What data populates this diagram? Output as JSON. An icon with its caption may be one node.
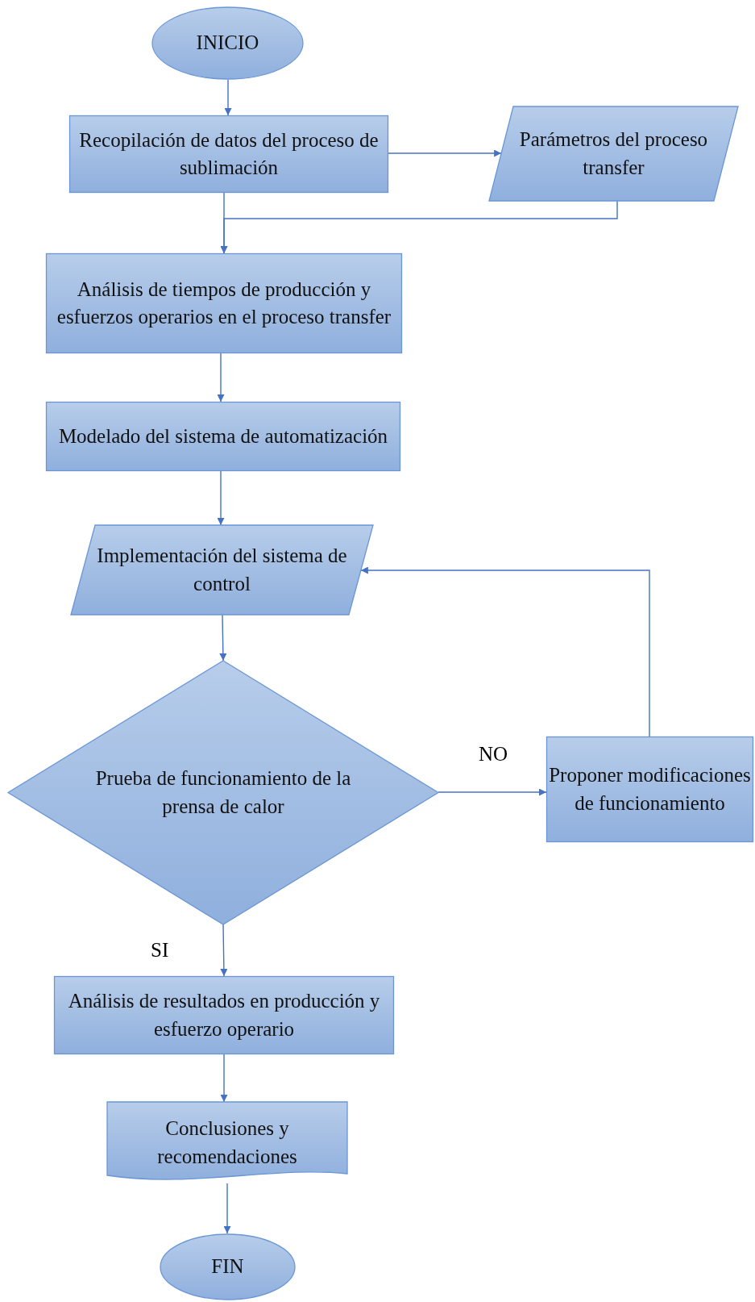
{
  "diagram": {
    "nodes": [
      {
        "text": [
          "INICIO"
        ]
      },
      {
        "text": [
          "Recopilación de datos del proceso de sublimación"
        ]
      },
      {
        "text": [
          "Parámetros del proceso transfer"
        ]
      },
      {
        "text": [
          "Análisis de tiempos de producción y esfuerzos operarios en el proceso transfer"
        ]
      },
      {
        "text": [
          "Modelado del sistema de automatización"
        ]
      },
      {
        "text": [
          "Implementación del sistema de control"
        ]
      },
      {
        "text": [
          "Prueba de funcionamiento de la prensa de calor"
        ]
      },
      {
        "text": [
          "Proponer modificaciones de funcionamiento"
        ]
      },
      {
        "text": [
          "Análisis de resultados en producción y esfuerzo operario"
        ]
      },
      {
        "text": [
          "Conclusiones y recomendaciones"
        ]
      },
      {
        "text": [
          "FIN"
        ]
      }
    ],
    "edges": [
      {
        "from": 0,
        "to": 1,
        "arrow": "to"
      },
      {
        "from": 1,
        "to": 2,
        "arrow": "to"
      },
      {
        "from": 1,
        "to": 3,
        "arrow": "to"
      },
      {
        "from": 2,
        "to": 3,
        "arrow": "to"
      },
      {
        "from": 3,
        "to": 4,
        "arrow": "to"
      },
      {
        "from": 4,
        "to": 5,
        "arrow": "to"
      },
      {
        "from": 5,
        "to": 6,
        "arrow": "to"
      },
      {
        "from": 6,
        "to": 7,
        "arrow": "to",
        "label": "NO"
      },
      {
        "from": 7,
        "to": 5,
        "arrow": "to"
      },
      {
        "from": 6,
        "to": 8,
        "arrow": "to",
        "label": "SI"
      },
      {
        "from": 8,
        "to": 9,
        "arrow": "to"
      },
      {
        "from": 9,
        "to": 10,
        "arrow": "to"
      }
    ]
  }
}
